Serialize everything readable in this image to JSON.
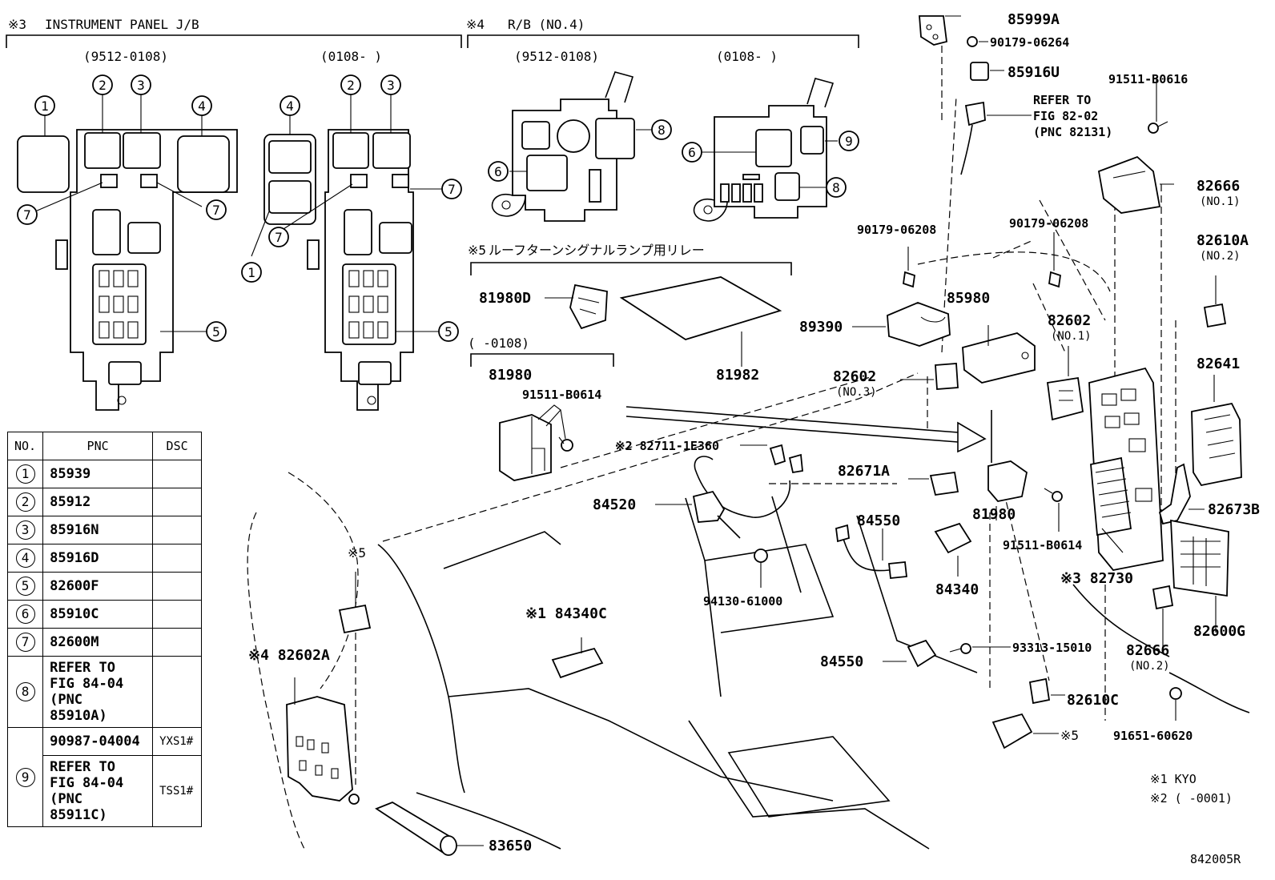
{
  "sections": {
    "ipjb": {
      "mark": "※3",
      "title": "INSTRUMENT PANEL J/B",
      "range_a": "(9512-0108)",
      "range_b": "(0108-      )"
    },
    "rb4": {
      "mark": "※4",
      "title": "R/B (NO.4)",
      "range_a": "(9512-0108)",
      "range_b": "(0108-      )"
    },
    "relay5": {
      "mark": "※5",
      "title": "ルーフターンシグナルランプ用リレー",
      "range": "(      -0108)"
    }
  },
  "callouts": {
    "c1": "1",
    "c2": "2",
    "c3": "3",
    "c4": "4",
    "c5": "5",
    "c6": "6",
    "c7": "7",
    "c8": "8",
    "c9": "9"
  },
  "parts": {
    "p85999A": "85999A",
    "p90179_06264": "90179-06264",
    "p85916U": "85916U",
    "refer_fig8202": [
      "REFER TO",
      "FIG 82-02",
      "(PNC 82131)"
    ],
    "p91511_B0616": "91511-B0616",
    "p82666_1": "82666",
    "p82666_1_no": "(NO.1)",
    "p82610A": "82610A",
    "p82610A_no": "(NO.2)",
    "p90179_06208a": "90179-06208",
    "p90179_06208b": "90179-06208",
    "p81980D": "81980D",
    "p81982": "81982",
    "p89390": "89390",
    "p85980": "85980",
    "p82602_1": "82602",
    "p82602_1_no": "(NO.1)",
    "p82641": "82641",
    "p81980": "81980",
    "p91511_B0614a": "91511-B0614",
    "p82602_3": "82602",
    "p82602_3_no": "(NO.3)",
    "p82711": "※2 82711-1E360",
    "p82671A": "82671A",
    "p84520": "84520",
    "p81980b": "81980",
    "p84550a": "84550",
    "p82673B": "82673B",
    "p91511_B0614b": "91511-B0614",
    "p82730": "※3 82730",
    "p94130": "94130-61000",
    "p84340": "84340",
    "p82600G": "82600G",
    "p84340C": "※1 84340C",
    "p93313": "93313-15010",
    "p84550b": "84550",
    "p82666_2": "82666",
    "p82666_2_no": "(NO.2)",
    "p82602A": "※4 82602A",
    "mark5a": "※5",
    "mark5b": "※5",
    "p82610C": "82610C",
    "p91651": "91651-60620",
    "p83650": "83650",
    "note1": "※1 KYO",
    "note2": "※2 (      -0001)",
    "fig_id": "842005R"
  },
  "table": {
    "headers": [
      "NO.",
      "PNC",
      "DSC"
    ],
    "rows": [
      {
        "no": "1",
        "pnc": "85939",
        "dsc": ""
      },
      {
        "no": "2",
        "pnc": "85912",
        "dsc": ""
      },
      {
        "no": "3",
        "pnc": "85916N",
        "dsc": ""
      },
      {
        "no": "4",
        "pnc": "85916D",
        "dsc": ""
      },
      {
        "no": "5",
        "pnc": "82600F",
        "dsc": ""
      },
      {
        "no": "6",
        "pnc": "85910C",
        "dsc": ""
      },
      {
        "no": "7",
        "pnc": "82600M",
        "dsc": ""
      },
      {
        "no": "8",
        "pnc_lines": [
          "REFER TO",
          "FIG 84-04",
          "(PNC 85910A)"
        ],
        "dsc": ""
      },
      {
        "no": "9",
        "pnc": "90987-04004",
        "dsc": "YXS1#",
        "pnc2_lines": [
          "REFER TO",
          "FIG 84-04",
          "(PNC 85911C)"
        ],
        "dsc2": "TSS1#"
      }
    ]
  }
}
